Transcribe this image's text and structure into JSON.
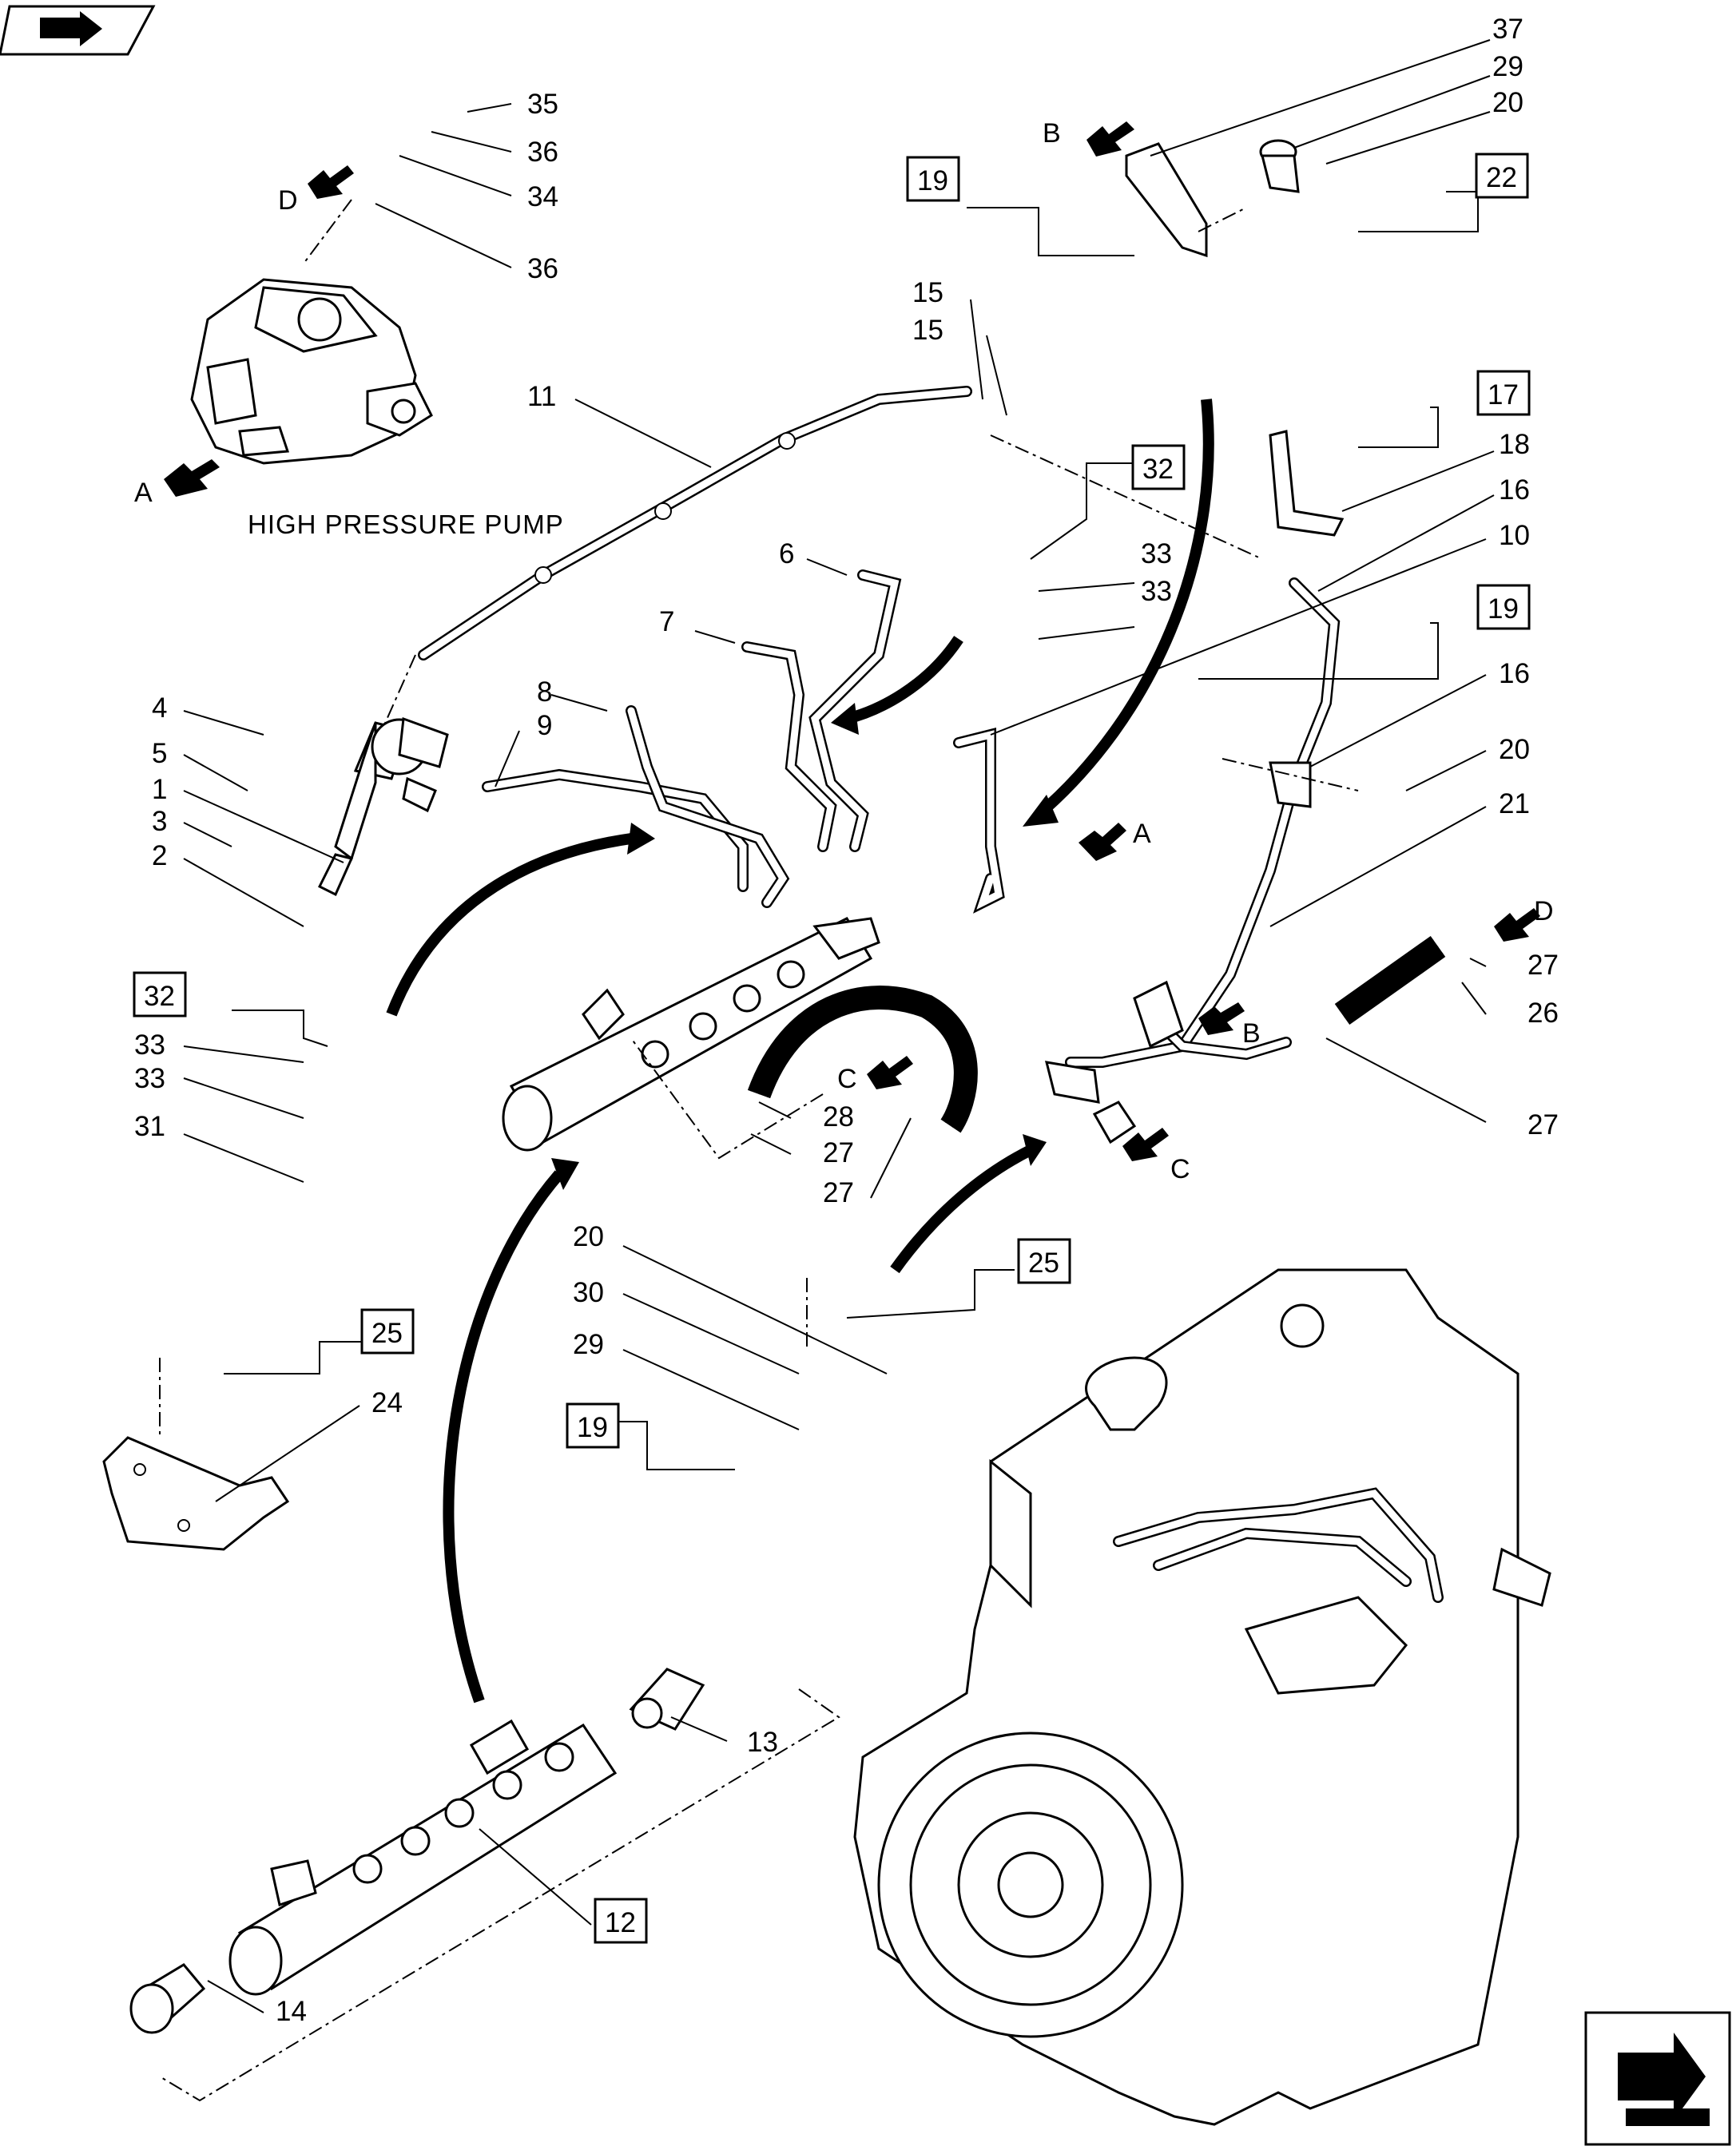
{
  "caption": "HIGH PRESSURE PUMP",
  "callouts": [
    "35",
    "36",
    "34",
    "36",
    "37",
    "29",
    "20",
    "22",
    "19",
    "15",
    "15",
    "11",
    "17",
    "18",
    "32",
    "16",
    "33",
    "33",
    "6",
    "10",
    "7",
    "19",
    "8",
    "9",
    "16",
    "20",
    "4",
    "5",
    "1",
    "3",
    "2",
    "A",
    "21",
    "D",
    "27",
    "26",
    "B",
    "32",
    "33",
    "33",
    "31",
    "C",
    "28",
    "27",
    "27",
    "27",
    "C",
    "20",
    "25",
    "30",
    "29",
    "19",
    "25",
    "24",
    "13",
    "12",
    "14"
  ],
  "view_letters": {
    "a": "A",
    "b": "B",
    "c": "C",
    "d": "D"
  },
  "icons": {
    "top_left": "navigation-back-icon",
    "bottom_right": "navigation-next-icon"
  }
}
